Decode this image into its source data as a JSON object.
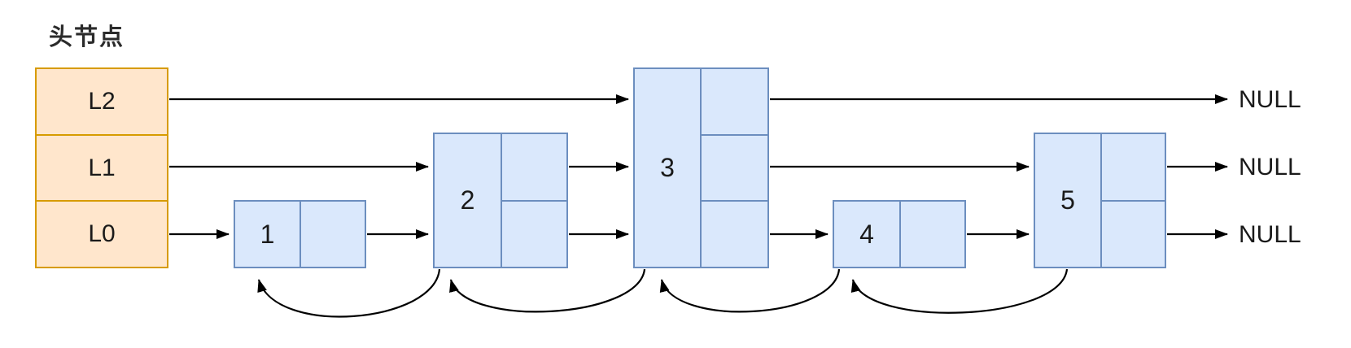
{
  "diagram": {
    "title": "头节点",
    "head": {
      "levels": [
        {
          "label": "L2"
        },
        {
          "label": "L1"
        },
        {
          "label": "L0"
        }
      ]
    },
    "nodes": [
      {
        "value": "1",
        "levels": 1
      },
      {
        "value": "2",
        "levels": 2
      },
      {
        "value": "3",
        "levels": 3
      },
      {
        "value": "4",
        "levels": 1
      },
      {
        "value": "5",
        "levels": 2
      }
    ],
    "null_labels": [
      "NULL",
      "NULL",
      "NULL"
    ],
    "links": {
      "L2": [
        "head",
        "3",
        "NULL"
      ],
      "L1": [
        "head",
        "2",
        "3",
        "5",
        "NULL"
      ],
      "L0": [
        "head",
        "1",
        "2",
        "3",
        "4",
        "5",
        "NULL"
      ],
      "back_links": [
        [
          "2",
          "1"
        ],
        [
          "3",
          "2"
        ],
        [
          "4",
          "3"
        ],
        [
          "5",
          "4"
        ]
      ]
    },
    "colors": {
      "head_fill": "#ffe6cc",
      "head_border": "#d79b00",
      "node_fill": "#dae8fc",
      "node_border": "#6c8ebf",
      "arrow": "#000000",
      "text": "#1a1a1a"
    }
  }
}
